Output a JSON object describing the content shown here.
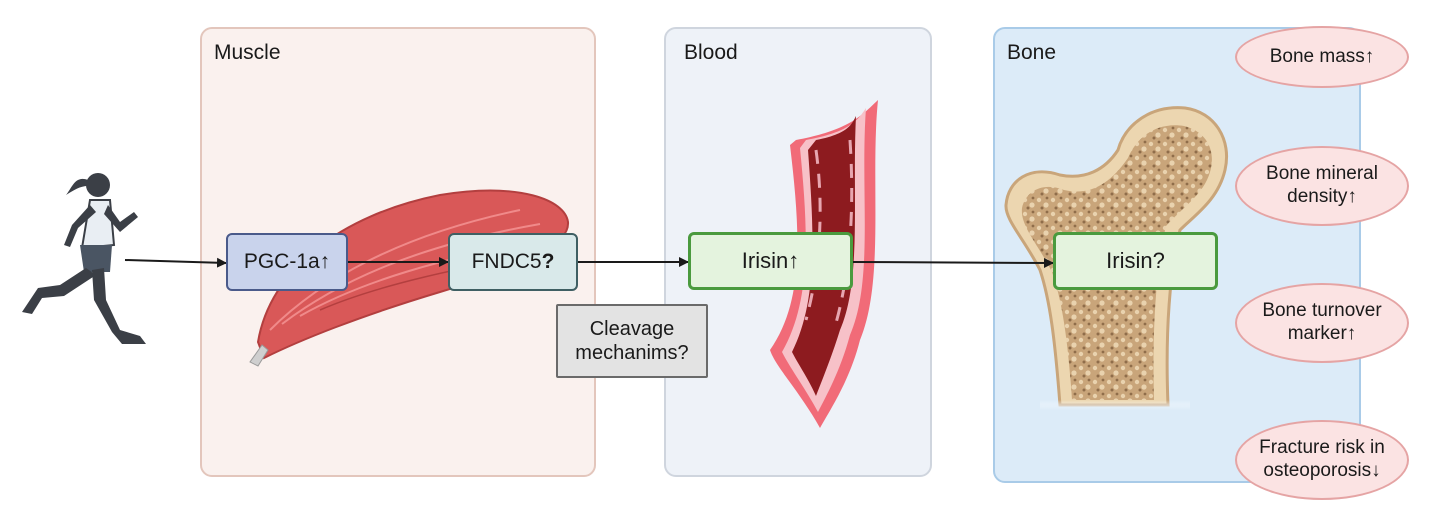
{
  "panels": {
    "muscle": {
      "title": "Muscle"
    },
    "blood": {
      "title": "Blood"
    },
    "bone": {
      "title": "Bone"
    }
  },
  "nodes": {
    "pgc1a": "PGC-1a↑",
    "fndc5": "FNDC5",
    "fndc5_mark": "?",
    "cleavage": "Cleavage mechanims?",
    "irisin_blood": "Irisin↑",
    "irisin_bone": "Irisin?"
  },
  "outcomes": [
    {
      "label": "Bone mass↑"
    },
    {
      "label": "Bone mineral density↑"
    },
    {
      "label": "Bone turnover marker↑"
    },
    {
      "label": "Fracture risk in osteoporosis↓"
    }
  ],
  "colors": {
    "muscle_panel": "#faf1ee",
    "blood_panel": "#eef2f8",
    "bone_panel": "#dcebf8",
    "green_box": "#4a9a3e",
    "blue_box": "#c9d3ec",
    "teal_box": "#d9e9ea"
  }
}
